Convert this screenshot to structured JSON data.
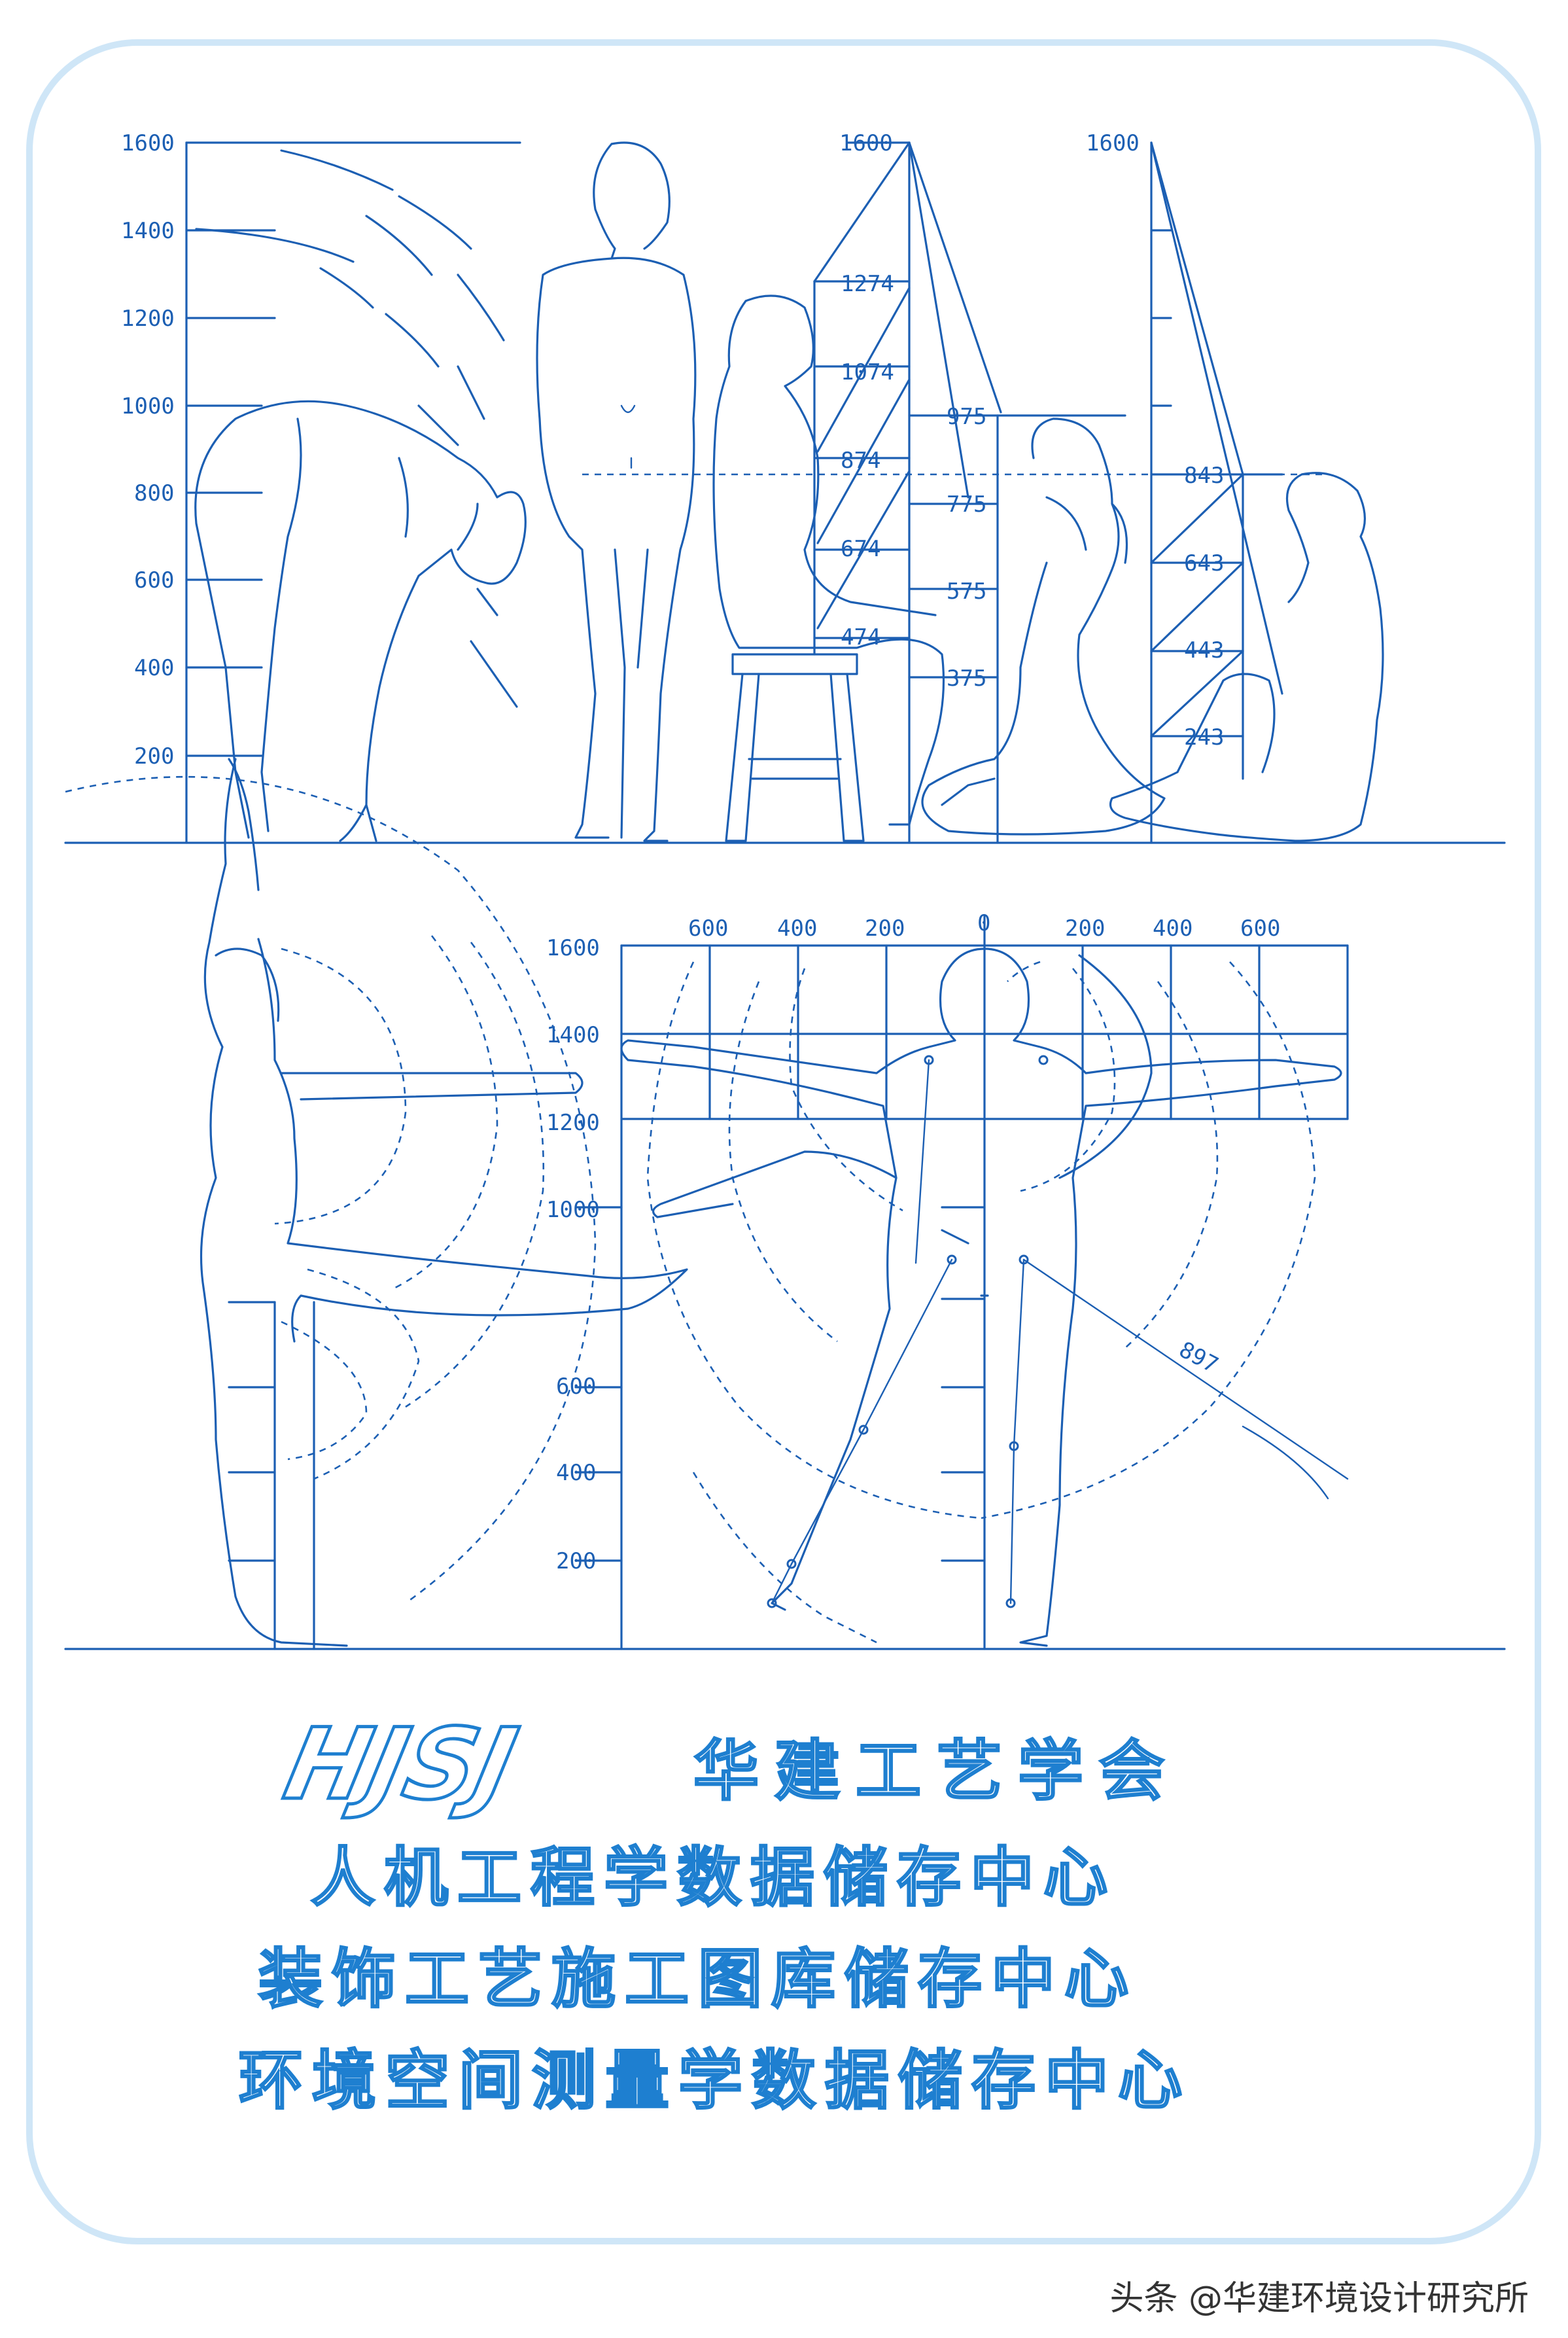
{
  "top_panel": {
    "left_axis_ticks": [
      "1600",
      "1400",
      "1200",
      "1000",
      "800",
      "600",
      "400",
      "200"
    ],
    "stair_a_top": "1600",
    "stair_a_labels": [
      "1274",
      "1074",
      "874",
      "674",
      "474"
    ],
    "stair_b_labels": [
      "975",
      "775",
      "575",
      "375"
    ],
    "stair_c_top": "1600",
    "stair_c_labels": [
      "843",
      "643",
      "443",
      "243"
    ]
  },
  "bottom_panel": {
    "left_axis_ticks": [
      "1600",
      "1400",
      "1200",
      "1000",
      "600",
      "400",
      "200"
    ],
    "top_axis_ticks": [
      "600",
      "400",
      "200",
      "0",
      "200",
      "400",
      "600"
    ],
    "reach_label": "897"
  },
  "branding": {
    "logo_mark": "HJSJ",
    "society_name": "华建工艺学会",
    "line_1": "人机工程学数据储存中心",
    "line_2": "装饰工艺施工图库储存中心",
    "line_3": "环境空间测量学数据储存中心"
  },
  "watermark": "头条 @华建环境设计研究所",
  "colors": {
    "line": "#1c5fb3",
    "frame": "#cfe6f7",
    "brand_outline": "#1e7fd0"
  }
}
